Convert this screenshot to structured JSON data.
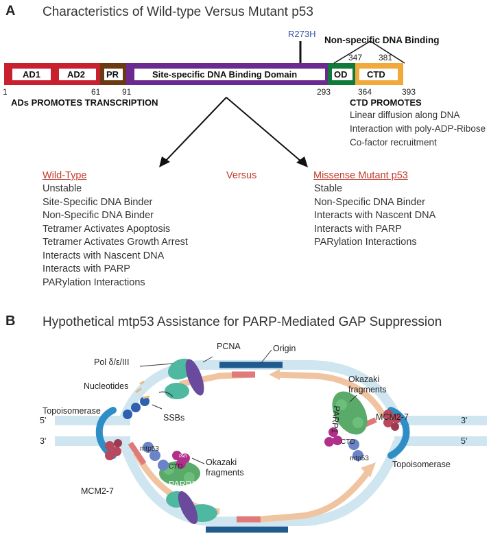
{
  "panel_a": {
    "letter": "A",
    "title": "Characteristics of Wild-type Versus Mutant p53",
    "domains": {
      "ad1": "AD1",
      "ad2": "AD2",
      "pr": "PR",
      "dbd": "Site-specific DNA Binding Domain",
      "od": "OD",
      "ctd": "CTD"
    },
    "positions": {
      "p1": "1",
      "p61": "61",
      "p91": "91",
      "p293": "293",
      "p347": "347",
      "p381": "381",
      "p364": "364",
      "p393": "393"
    },
    "mutation": "R273H",
    "nonspecific_heading": "Non-specific DNA Binding",
    "ads_caption": "ADs PROMOTES TRANSCRIPTION",
    "ctd_caption": {
      "heading": "CTD PROMOTES",
      "items": [
        "Linear diffusion along DNA",
        "Interaction with poly-ADP-Ribose",
        "Co-factor recruitment"
      ]
    },
    "versus": "Versus",
    "wildtype": {
      "heading": "Wild-Type",
      "items": [
        "Unstable",
        "Site-Specific DNA Binder",
        "Non-Specific DNA Binder",
        "Tetramer Activates Apoptosis",
        "Tetramer Activates Growth Arrest",
        "Interacts with Nascent DNA",
        "Interacts with PARP",
        "PARylation Interactions"
      ]
    },
    "mutant": {
      "heading": "Missense Mutant p53",
      "items": [
        "Stable",
        "Non-Specific DNA Binder",
        "Interacts with Nascent DNA",
        "Interacts with PARP",
        "PARylation Interactions"
      ]
    }
  },
  "panel_b": {
    "letter": "B",
    "title": "Hypothetical mtp53 Assistance for PARP-Mediated GAP Suppression",
    "labels": {
      "pcna": "PCNA",
      "origin": "Origin",
      "pol": "Pol δ/ε/III",
      "nucleotides": "Nucleotides",
      "okazaki_top": "Okazaki\nfragments",
      "topoisomerase_left": "Topoisomerase",
      "ssbs": "SSBs",
      "mcm_right": "MCM2-7",
      "five_prime_left": "5'",
      "three_prime_left": "3'",
      "three_prime_right": "3'",
      "five_prime_right": "5'",
      "mtp53_left": "mtp53",
      "ctd_left": "CTD",
      "okazaki_mid": "Okazaki\nfragments",
      "parp1_left": "PARP1",
      "mcm_left": "MCM2-7",
      "topoisomerase_right": "Topoisomerase",
      "parp1_right": "PARP1",
      "ctd_right": "CTD",
      "mtp53_right": "mtp53",
      "par": "PAR"
    }
  },
  "colors": {
    "ad": "#c8202f",
    "pr": "#6b3a12",
    "dbd": "#6b2a8f",
    "od": "#0f7a3a",
    "ctd": "#f2a93b",
    "accent_red": "#c0392b",
    "mutation_blue": "#2f4fa3",
    "dna_light": "#cfe6f0",
    "dna_dark": "#1f5b8f",
    "nascent": "#f0c4a0",
    "origin_pink": "#e07a7a",
    "topo": "#2f8ec5",
    "mcm": "#b8485e",
    "pol": "#4fb8a0",
    "pcna": "#6a4a9c",
    "parp": "#5aaa6a",
    "mtp53": "#6b84c8",
    "par": "#b0308a"
  }
}
